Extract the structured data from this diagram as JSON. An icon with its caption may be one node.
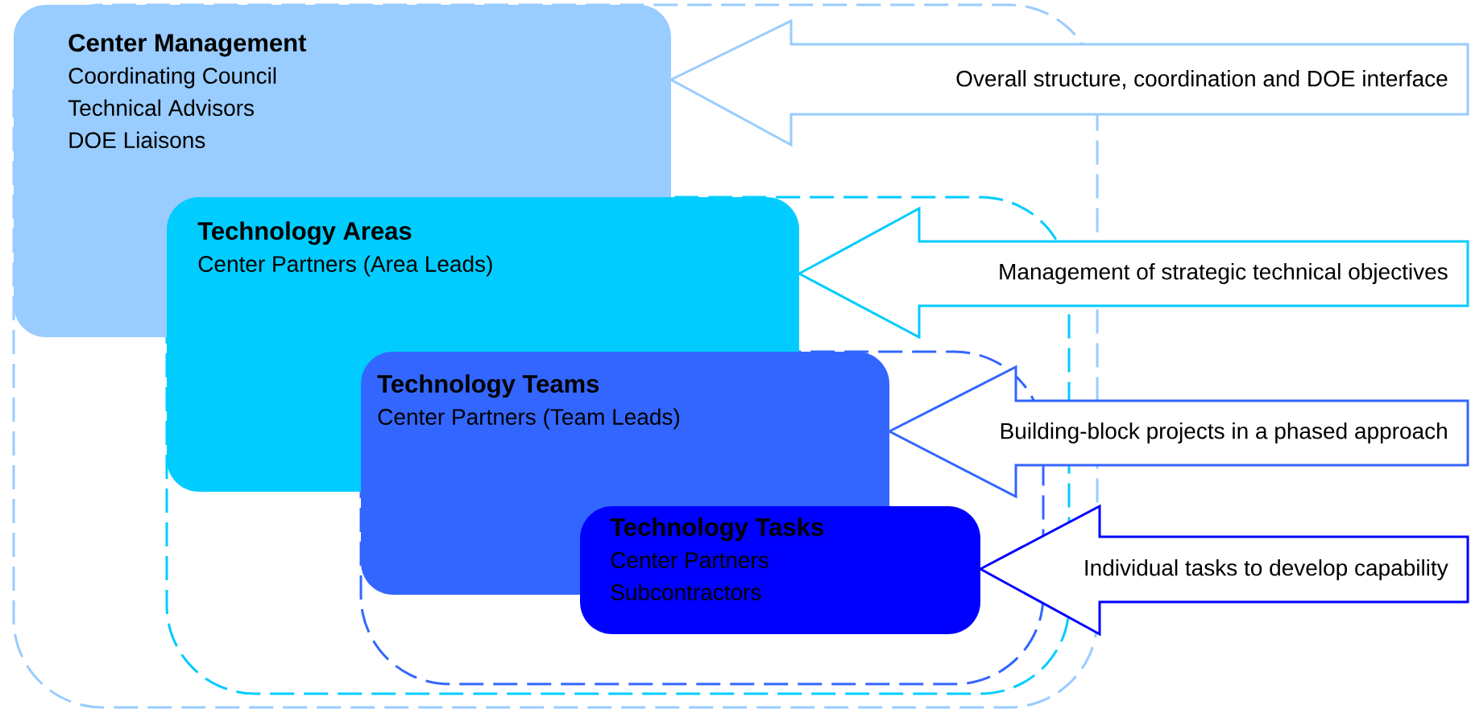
{
  "diagram": {
    "nodes": [
      {
        "text": [
          "Center Management",
          "Coordinating Council",
          "Technical Advisors",
          "DOE Liaisons"
        ]
      },
      {
        "text": [
          "Technology Areas",
          "Center Partners (Area Leads)"
        ]
      },
      {
        "text": [
          "Technology Teams",
          "Center Partners (Team Leads)"
        ]
      },
      {
        "text": [
          "Technology Tasks",
          "Center Partners",
          "Subcontractors"
        ]
      },
      {
        "text": [
          "Overall structure, coordination and DOE interface"
        ]
      },
      {
        "text": [
          "Management of strategic technical objectives"
        ]
      },
      {
        "text": [
          "Building-block projects in a phased approach"
        ]
      },
      {
        "text": [
          "Individual tasks to develop capability"
        ]
      }
    ]
  }
}
